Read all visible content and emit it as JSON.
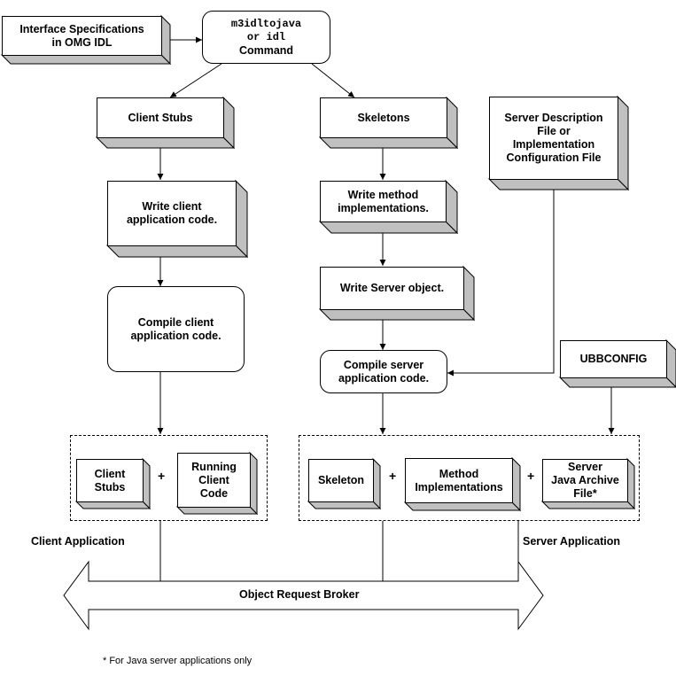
{
  "inputs": {
    "idl_spec": [
      "Interface Specifications",
      "in OMG IDL"
    ],
    "command": [
      "m3idltojava",
      "or idl",
      "Command"
    ]
  },
  "client": {
    "stubs": "Client Stubs",
    "write_code": [
      "Write client",
      "application code."
    ],
    "compile": [
      "Compile client",
      "application code."
    ],
    "app_stubs": [
      "Client",
      "Stubs"
    ],
    "app_running": [
      "Running",
      "Client",
      "Code"
    ],
    "app_label": "Client Application"
  },
  "server": {
    "skeletons": "Skeletons",
    "write_methods": [
      "Write method",
      "implementations."
    ],
    "write_object": "Write Server object.",
    "compile": [
      "Compile server",
      "application code."
    ],
    "description_file": [
      "Server Description",
      "File or",
      "Implementation",
      "Configuration File"
    ],
    "ubbconfig": "UBBCONFIG",
    "app_skeleton": "Skeleton",
    "app_methods": [
      "Method",
      "Implementations"
    ],
    "app_jar": [
      "Server",
      "Java Archive",
      "File*"
    ],
    "app_label": "Server Application"
  },
  "plus_sign": "+",
  "orb": "Object Request Broker",
  "footnote": "* For Java server applications only"
}
